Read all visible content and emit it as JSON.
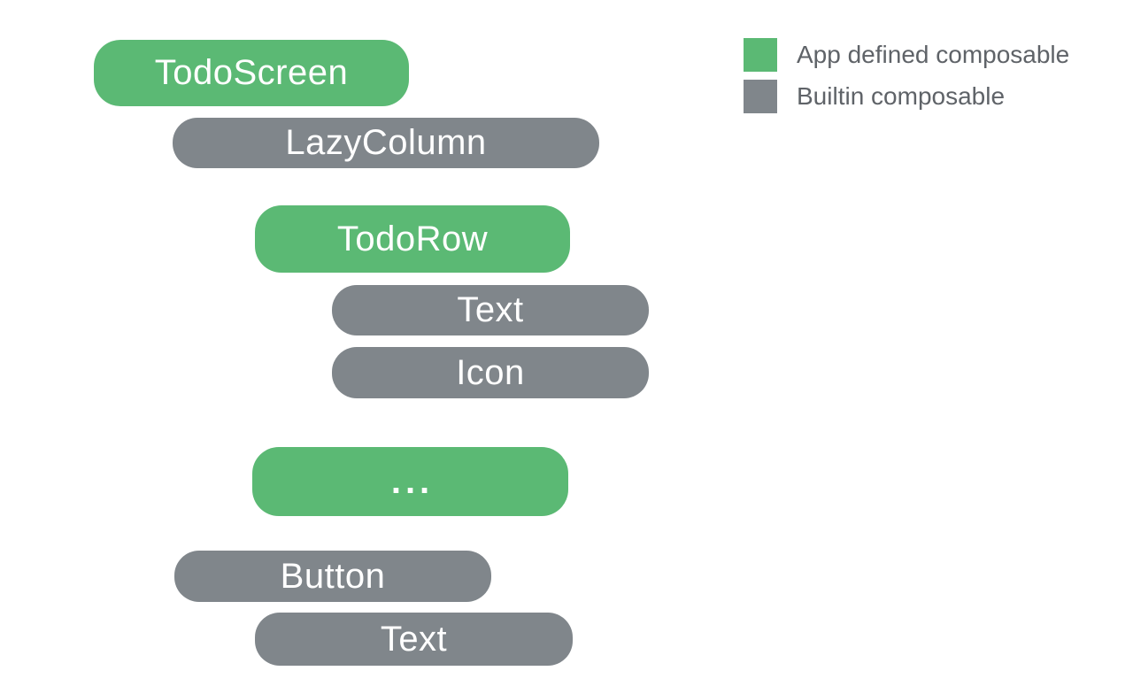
{
  "colors": {
    "app": "#5BB974",
    "builtin": "#80868B",
    "pill_text": "#FFFFFF",
    "legend_text": "#5F6368",
    "background": "#FFFFFF"
  },
  "diagram": {
    "nodes": [
      {
        "label": "TodoScreen",
        "type": "app"
      },
      {
        "label": "LazyColumn",
        "type": "builtin"
      },
      {
        "label": "TodoRow",
        "type": "app"
      },
      {
        "label": "Text",
        "type": "builtin"
      },
      {
        "label": "Icon",
        "type": "builtin"
      },
      {
        "label": "...",
        "type": "app"
      },
      {
        "label": "Button",
        "type": "builtin"
      },
      {
        "label": "Text",
        "type": "builtin"
      }
    ]
  },
  "legend": {
    "items": [
      {
        "label": "App defined composable",
        "type": "app"
      },
      {
        "label": "Builtin composable",
        "type": "builtin"
      }
    ]
  }
}
